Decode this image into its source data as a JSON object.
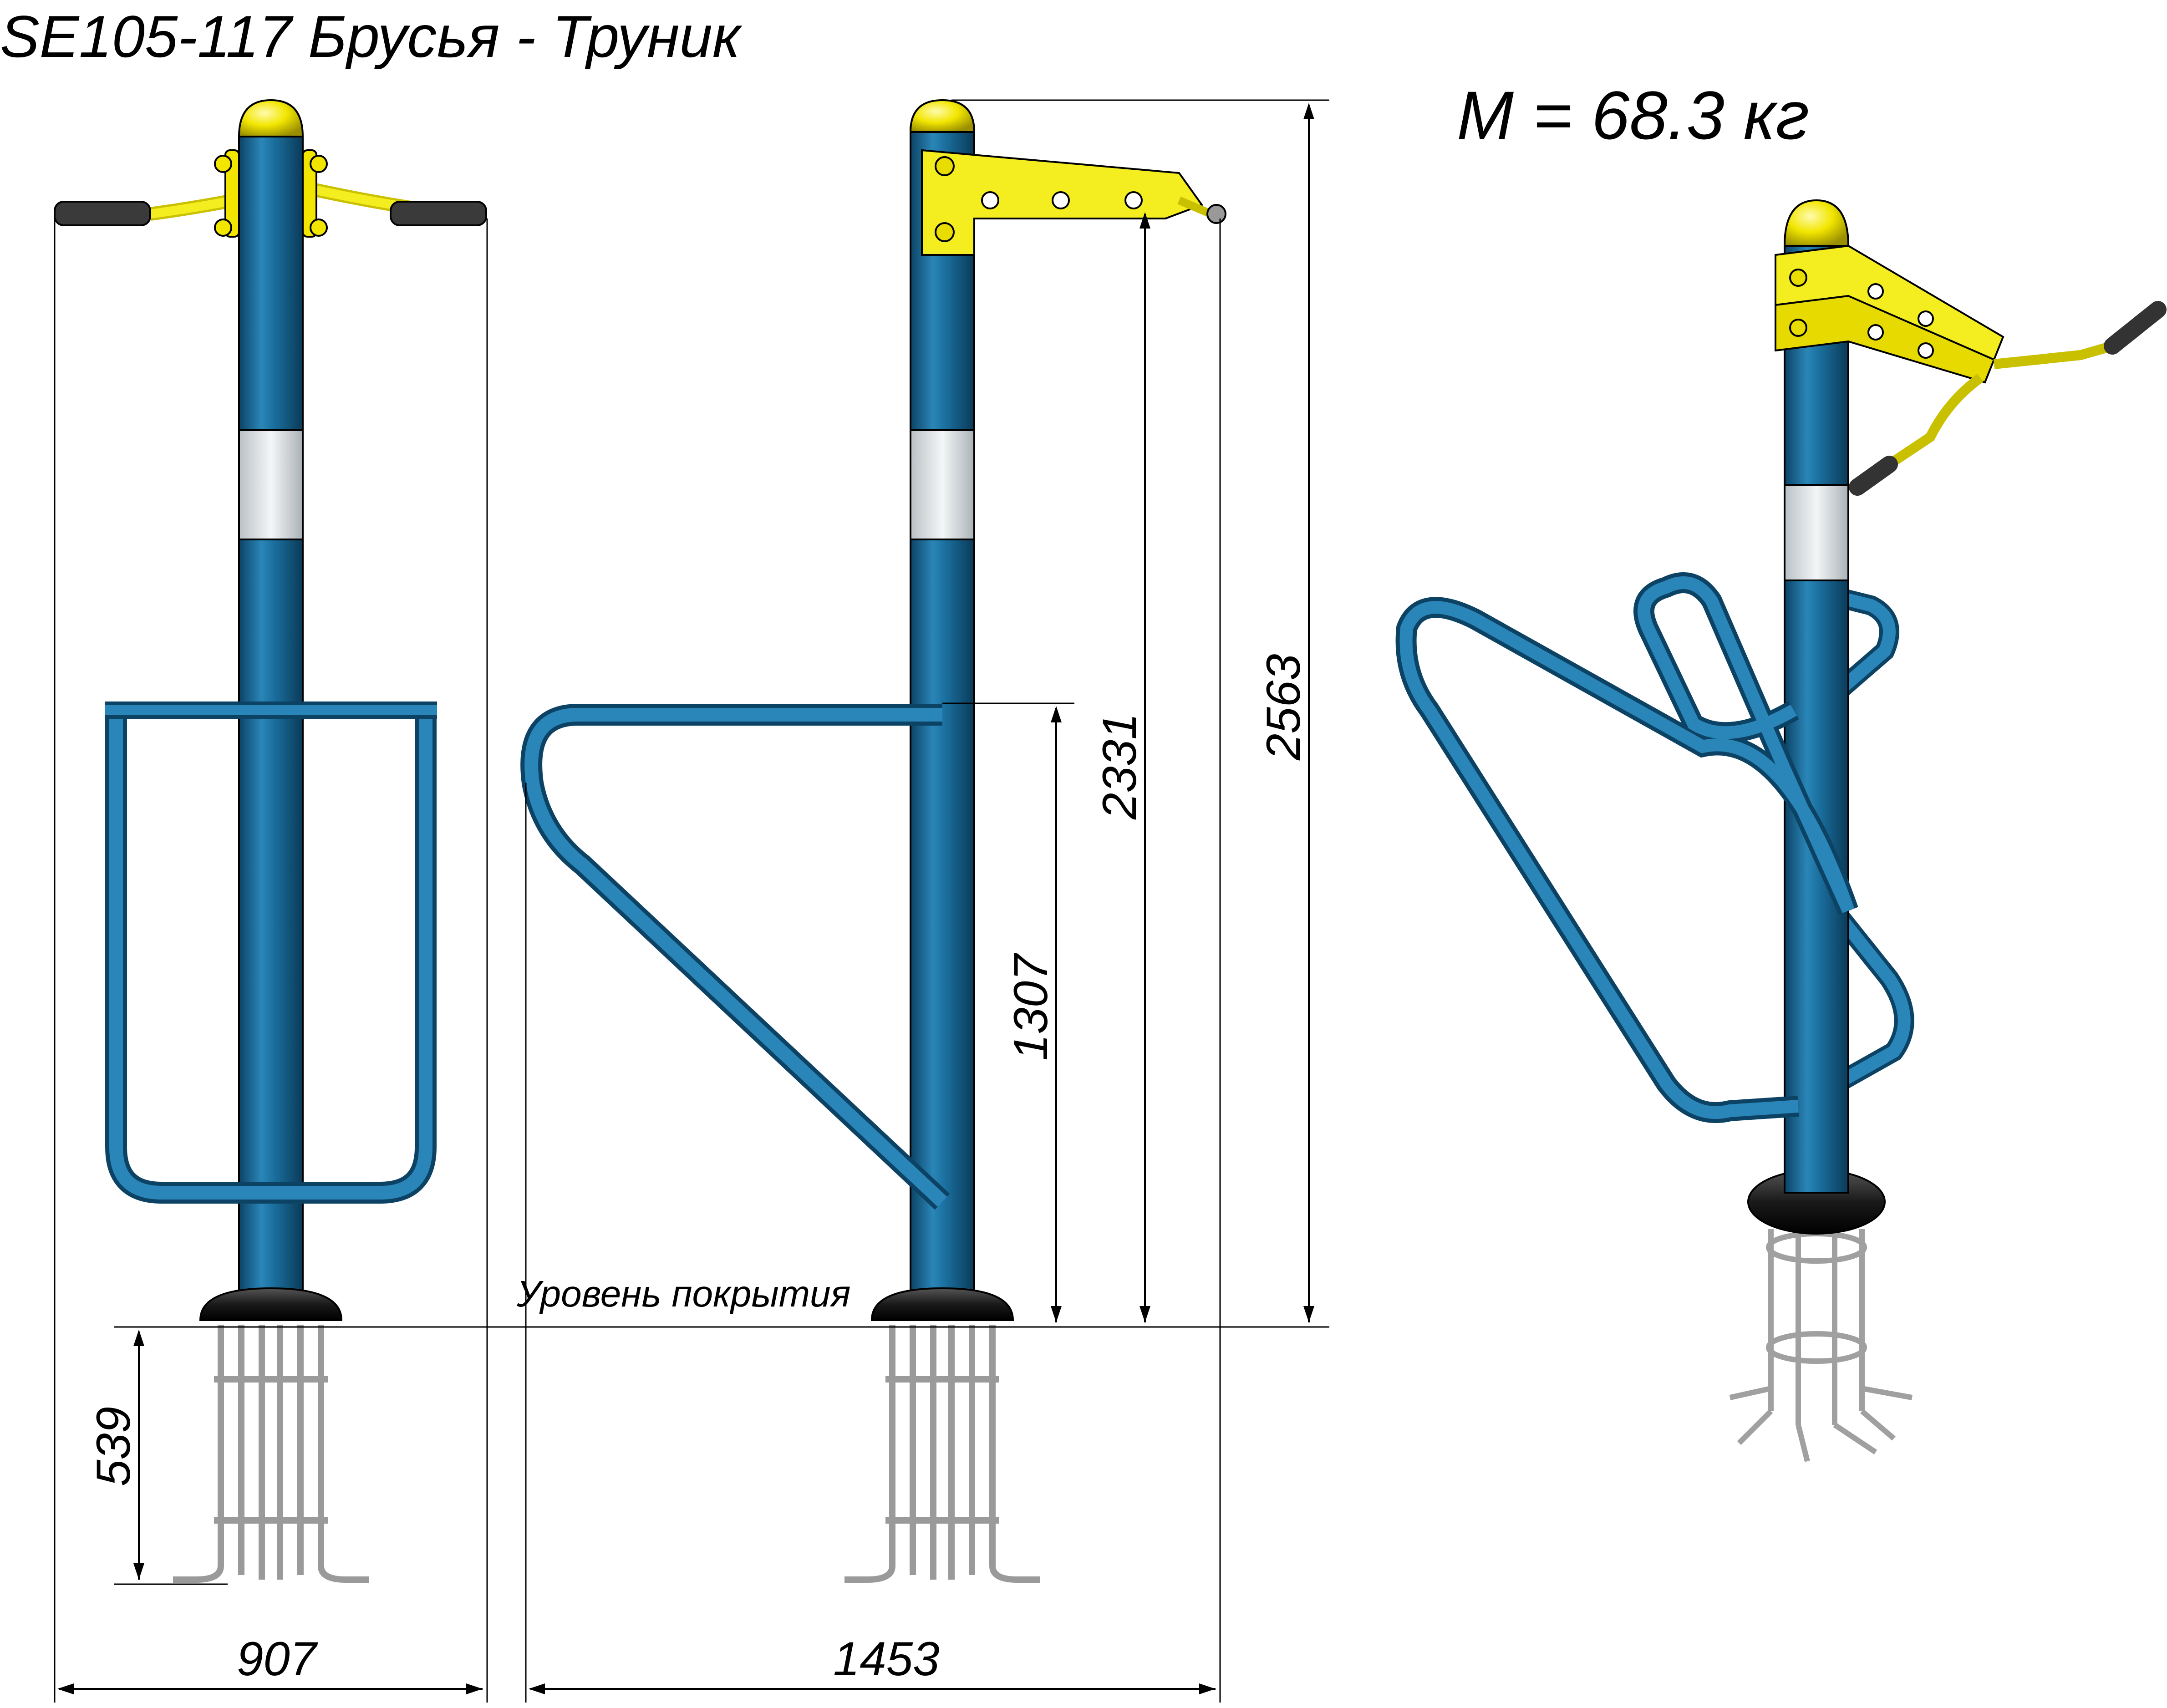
{
  "title": "SE105-117 Брусья - Труник",
  "mass": "M = 68.3 кг",
  "ground_level_label": "Уровень покрытия",
  "dimensions": {
    "width_front": "907",
    "width_side": "1453",
    "depth_below_ground": "539",
    "bar_height": "1307",
    "handle_height": "2331",
    "total_height": "2563"
  },
  "colors": {
    "post": "#1a6f9e",
    "post_dark": "#0c4365",
    "post_light": "#4fa3cf",
    "cap": "#f2e600",
    "bracket": "#f4ee20",
    "reflector": "#e4e8ea",
    "base": "#1a1a1a",
    "rebar": "#b8b8b8",
    "grip": "#333333"
  }
}
